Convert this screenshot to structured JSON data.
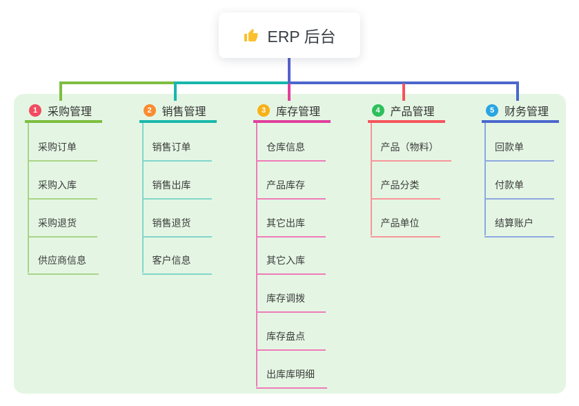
{
  "root": {
    "label": "ERP 后台",
    "icon": "thumbs-up-icon",
    "icon_color": "#fbc02d"
  },
  "connector": {
    "stem_color": "#5562cf"
  },
  "panel_color": "#e4f6e3",
  "branches": [
    {
      "number": "1",
      "label": "采购管理",
      "badge_color": "#f24b60",
      "line_color": "#7dbd40",
      "child_line_color": "#a9d387",
      "children": [
        "采购订单",
        "采购入库",
        "采购退货",
        "供应商信息"
      ]
    },
    {
      "number": "2",
      "label": "销售管理",
      "badge_color": "#fb8b31",
      "line_color": "#19b7ab",
      "child_line_color": "#81d5cb",
      "children": [
        "销售订单",
        "销售出库",
        "销售退货",
        "客户信息"
      ]
    },
    {
      "number": "3",
      "label": "库存管理",
      "badge_color": "#f8b117",
      "line_color": "#e13f9d",
      "child_line_color": "#ef7ab9",
      "children": [
        "仓库信息",
        "产品库存",
        "其它出库",
        "其它入库",
        "库存调拨",
        "库存盘点",
        "出库库明细"
      ]
    },
    {
      "number": "4",
      "label": "产品管理",
      "badge_color": "#2ebf5c",
      "line_color": "#f4545c",
      "child_line_color": "#f8949a",
      "children": [
        "产品（物料）",
        "产品分类",
        "产品单位"
      ]
    },
    {
      "number": "5",
      "label": "财务管理",
      "badge_color": "#29a5e2",
      "line_color": "#4b67cd",
      "child_line_color": "#8da7e0",
      "children": [
        "回款单",
        "付款单",
        "结算账户"
      ]
    }
  ]
}
